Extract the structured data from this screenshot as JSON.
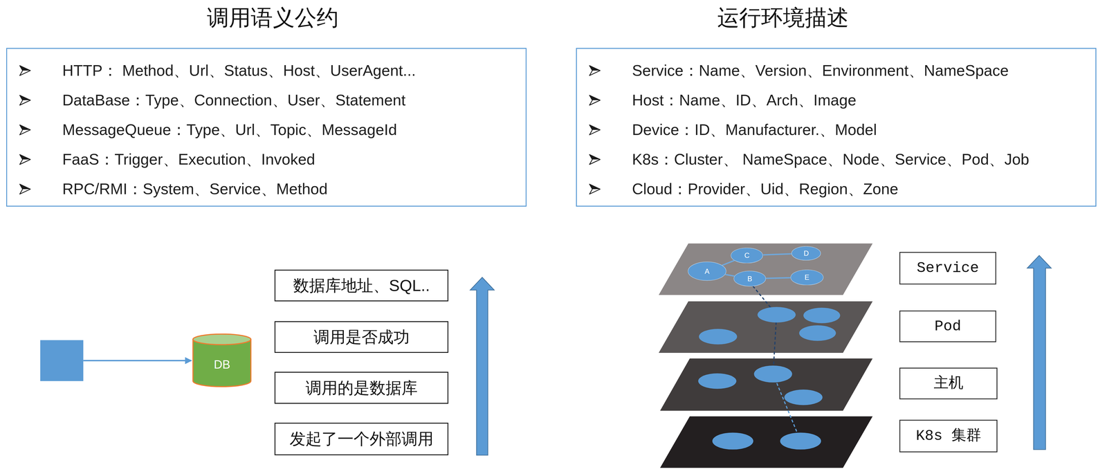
{
  "diagram": {
    "nodes": [
      {
        "text": [
          "调用语义公约",
          "HTTP： Method、Url、Status、Host、UserAgent...",
          "DataBase：Type、Connection、User、Statement",
          "MessageQueue：Type、Url、Topic、MessageId",
          "FaaS：Trigger、Execution、Invoked",
          "RPC/RMI：System、Service、Method"
        ]
      },
      {
        "text": [
          "运行环境描述",
          "Service：Name、Version、Environment、NameSpace",
          "Host：Name、ID、Arch、Image",
          "Device：ID、Manufacturer.、Model",
          "K8s：Cluster、 NameSpace、Node、Service、Pod、Job",
          "Cloud：Provider、Uid、Region、Zone"
        ]
      },
      {
        "text": [
          "DB"
        ]
      },
      {
        "text": [
          "数据库地址、SQL.."
        ]
      },
      {
        "text": [
          "调用是否成功"
        ]
      },
      {
        "text": [
          "调用的是数据库"
        ]
      },
      {
        "text": [
          "发起了一个外部调用"
        ]
      },
      {
        "text": [
          "A"
        ]
      },
      {
        "text": [
          "B"
        ]
      },
      {
        "text": [
          "C"
        ]
      },
      {
        "text": [
          "D"
        ]
      },
      {
        "text": [
          "E"
        ]
      },
      {
        "text": [
          "Service"
        ]
      },
      {
        "text": [
          "Pod"
        ]
      },
      {
        "text": [
          "主机"
        ]
      },
      {
        "text": [
          "K8s 集群"
        ]
      }
    ],
    "edges": [
      {
        "from": 7,
        "to": 9,
        "arrow": "none"
      },
      {
        "from": 9,
        "to": 10,
        "arrow": "none"
      },
      {
        "from": 7,
        "to": 8,
        "arrow": "none"
      },
      {
        "from": 8,
        "to": 11,
        "arrow": "none"
      }
    ]
  }
}
